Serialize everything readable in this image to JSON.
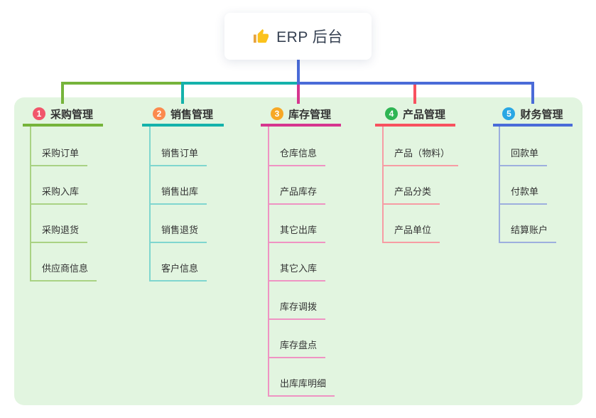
{
  "root": {
    "label": "ERP 后台",
    "icon": "thumbs-up-icon"
  },
  "colors": {
    "panel_background": "#e2f5e0",
    "root_spine": "#4a6bd8",
    "root_text": "#364152",
    "node_text": "#333333"
  },
  "branches": [
    {
      "num": "1",
      "label": "采购管理",
      "badge_color": "#f1566b",
      "line_color": "#76b43b",
      "child_line_color": "#a9d284",
      "children": [
        "采购订单",
        "采购入库",
        "采购退货",
        "供应商信息"
      ]
    },
    {
      "num": "2",
      "label": "销售管理",
      "badge_color": "#fb8a4e",
      "line_color": "#14b2ab",
      "child_line_color": "#7fd6cf",
      "children": [
        "销售订单",
        "销售出库",
        "销售退货",
        "客户信息"
      ]
    },
    {
      "num": "3",
      "label": "库存管理",
      "badge_color": "#f7a825",
      "line_color": "#d6368f",
      "child_line_color": "#ef93c3",
      "children": [
        "仓库信息",
        "产品库存",
        "其它出库",
        "其它入库",
        "库存调拨",
        "库存盘点",
        "出库库明细"
      ]
    },
    {
      "num": "4",
      "label": "产品管理",
      "badge_color": "#2eb553",
      "line_color": "#f8515f",
      "child_line_color": "#f79ca4",
      "children": [
        "产品（物料）",
        "产品分类",
        "产品单位"
      ]
    },
    {
      "num": "5",
      "label": "财务管理",
      "badge_color": "#29a7e4",
      "line_color": "#4a6bd8",
      "child_line_color": "#9dafde",
      "children": [
        "回款单",
        "付款单",
        "结算账户"
      ]
    }
  ]
}
